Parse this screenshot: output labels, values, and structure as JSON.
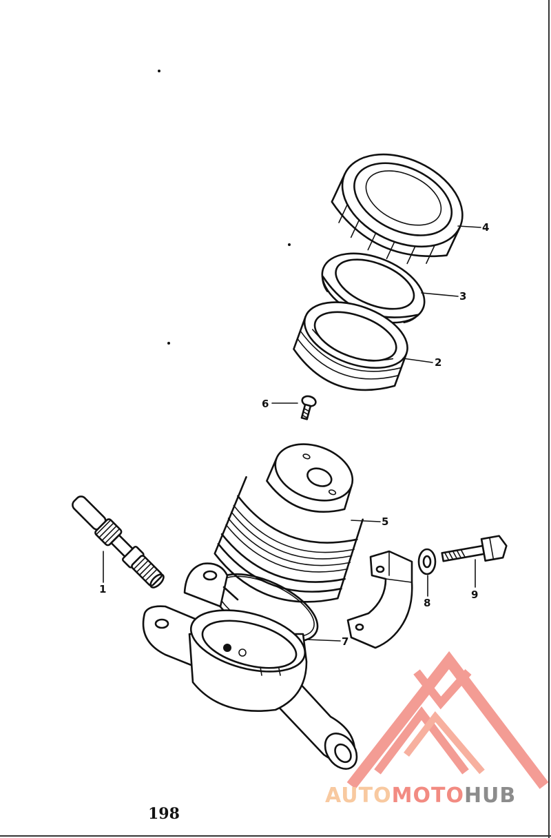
{
  "diagram": {
    "page_number": "198",
    "parts": [
      {
        "id": "part-1",
        "label": "1"
      },
      {
        "id": "part-2",
        "label": "2"
      },
      {
        "id": "part-3",
        "label": "3"
      },
      {
        "id": "part-4",
        "label": "4"
      },
      {
        "id": "part-5",
        "label": "5"
      },
      {
        "id": "part-6",
        "label": "6"
      },
      {
        "id": "part-7",
        "label": "7"
      },
      {
        "id": "part-8",
        "label": "8"
      },
      {
        "id": "part-9",
        "label": "9"
      }
    ]
  },
  "watermark": {
    "text_part1": "AUTO",
    "text_part2": "MOTO",
    "text_part3": "HUB",
    "color_light": "#f8c9a0",
    "color_mid": "#f28b82",
    "color_dark": "#8c8c8c"
  }
}
